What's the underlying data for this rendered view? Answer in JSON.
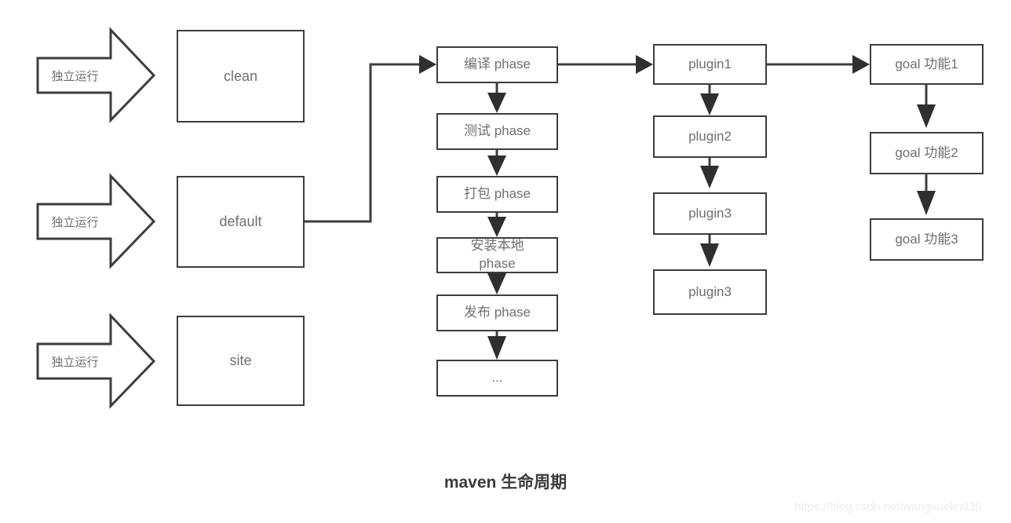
{
  "diagram": {
    "title": "maven 生命周期",
    "watermark": "https://blog.csdn.net/wangxuelei036",
    "colors": {
      "stroke": "#3d3d3d",
      "text": "#6f6f6f",
      "title_text": "#3b3b3b",
      "background": "#ffffff",
      "watermark_text": "#ededed"
    }
  },
  "entry_arrows": [
    {
      "label": "独立运行",
      "target": "clean"
    },
    {
      "label": "独立运行",
      "target": "default"
    },
    {
      "label": "独立运行",
      "target": "site"
    }
  ],
  "lifecycles": [
    {
      "id": "clean",
      "label": "clean"
    },
    {
      "id": "default",
      "label": "default"
    },
    {
      "id": "site",
      "label": "site"
    }
  ],
  "phases": [
    {
      "id": "phase-compile",
      "label": "编译 phase"
    },
    {
      "id": "phase-test",
      "label": "测试 phase"
    },
    {
      "id": "phase-package",
      "label": "打包 phase"
    },
    {
      "id": "phase-install",
      "label": "安装本地\nphase"
    },
    {
      "id": "phase-deploy",
      "label": "发布 phase"
    },
    {
      "id": "phase-more",
      "label": "..."
    }
  ],
  "plugins": [
    {
      "id": "plugin-1",
      "label": "plugin1"
    },
    {
      "id": "plugin-2",
      "label": "plugin2"
    },
    {
      "id": "plugin-3",
      "label": "plugin3"
    },
    {
      "id": "plugin-4",
      "label": "plugin3"
    }
  ],
  "goals": [
    {
      "id": "goal-1",
      "label": "goal 功能1"
    },
    {
      "id": "goal-2",
      "label": "goal 功能2"
    },
    {
      "id": "goal-3",
      "label": "goal 功能3"
    }
  ],
  "connectors": [
    {
      "from": "default",
      "to": "phase-compile",
      "kind": "elbow"
    },
    {
      "from": "phase-compile",
      "to": "plugin-1",
      "kind": "horizontal"
    },
    {
      "from": "plugin-1",
      "to": "goal-1",
      "kind": "horizontal"
    },
    {
      "from": "phase-compile",
      "to": "phase-test",
      "kind": "vertical"
    },
    {
      "from": "phase-test",
      "to": "phase-package",
      "kind": "vertical"
    },
    {
      "from": "phase-package",
      "to": "phase-install",
      "kind": "vertical"
    },
    {
      "from": "phase-install",
      "to": "phase-deploy",
      "kind": "vertical"
    },
    {
      "from": "phase-deploy",
      "to": "phase-more",
      "kind": "vertical"
    },
    {
      "from": "plugin-1",
      "to": "plugin-2",
      "kind": "vertical"
    },
    {
      "from": "plugin-2",
      "to": "plugin-3",
      "kind": "vertical"
    },
    {
      "from": "plugin-3",
      "to": "plugin-4",
      "kind": "vertical"
    },
    {
      "from": "goal-1",
      "to": "goal-2",
      "kind": "vertical"
    },
    {
      "from": "goal-2",
      "to": "goal-3",
      "kind": "vertical"
    }
  ]
}
